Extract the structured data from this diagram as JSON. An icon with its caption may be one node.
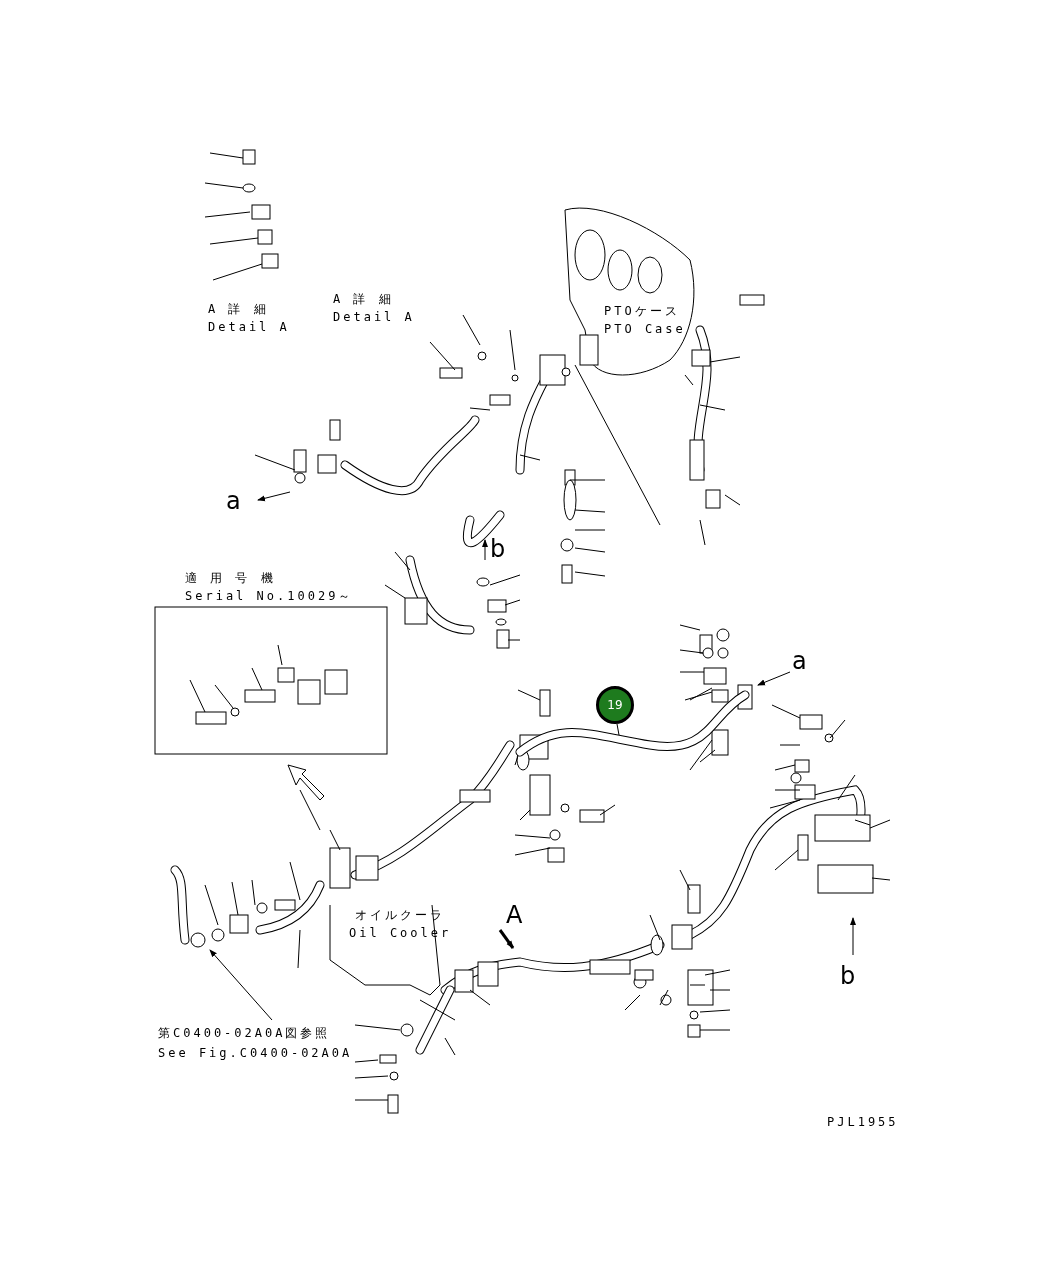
{
  "diagram": {
    "nodes": [
      {
        "text": [
          "19"
        ]
      },
      {
        "text": [],
        "shape": "picture"
      }
    ],
    "edges": [
      {
        "from": 0,
        "to": 1,
        "arrow": "none"
      }
    ],
    "labels": [
      "A 詳 細",
      "Detail A",
      "A 詳 細",
      "Detail A",
      "PTOケース",
      "PTO Case",
      "a",
      "b",
      "適 用 号 機",
      "Serial No.10029～",
      "a",
      "A",
      "オイルクーラ",
      "Oil Cooler",
      "b",
      "第C0400-02A0A図参照",
      "See Fig.C0400-02A0A",
      "PJL1955"
    ]
  }
}
